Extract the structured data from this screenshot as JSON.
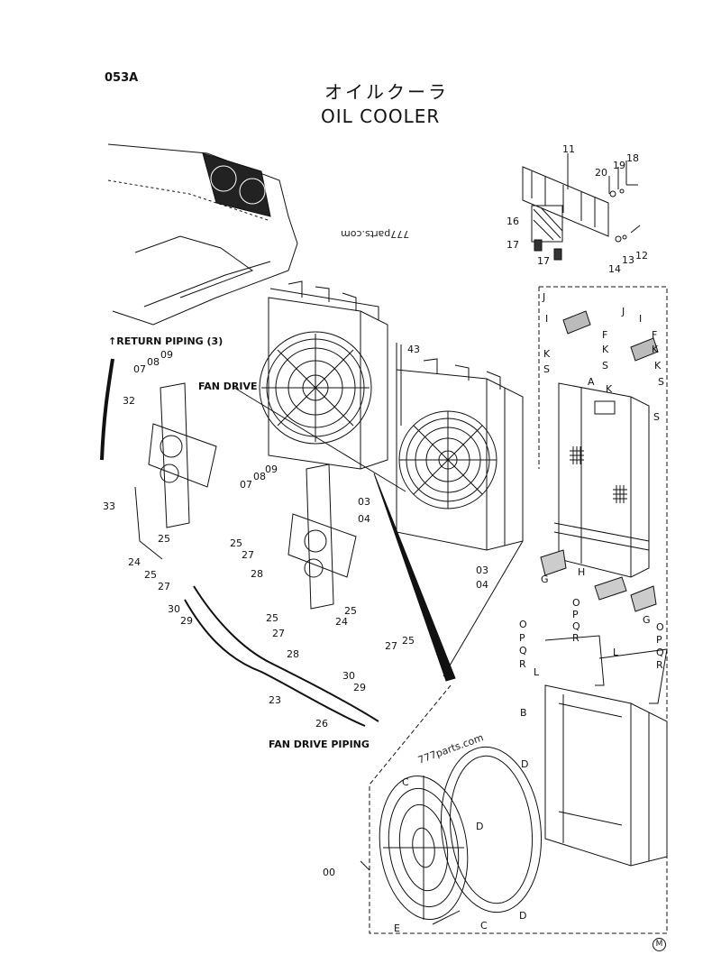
{
  "header": {
    "page_code": "053A",
    "title_japanese": "オイルクーラ",
    "title_english": "OIL COOLER"
  },
  "notes": {
    "return_piping": "RETURN PIPING (3)",
    "fan_drive": "FAN DRIVE",
    "fan_drive_piping": "FAN DRIVE PIPING"
  },
  "watermarks": {
    "upper": "777parts.com",
    "lower": "777parts.com"
  },
  "mark": "M",
  "callouts": {
    "n11": "11",
    "n18": "18",
    "n19": "19",
    "n20": "20",
    "n16": "16",
    "n17a": "17",
    "n17b": "17",
    "n14": "14",
    "n13": "13",
    "n12": "12",
    "n43": "43",
    "n09a": "09",
    "n08a": "08",
    "n07a": "07",
    "n32": "32",
    "n33": "33",
    "n09b": "09",
    "n08b": "08",
    "n07b": "07",
    "n03a": "03",
    "n04a": "04",
    "n03b": "03",
    "n04b": "04",
    "n25a": "25",
    "n25b": "25",
    "n24a": "24",
    "n27a": "27",
    "n28a": "28",
    "n25c": "25",
    "n27b": "27",
    "n30a": "30",
    "n29a": "29",
    "n25d": "25",
    "n24b": "24",
    "n27c": "27",
    "n28b": "28",
    "n25e": "25",
    "n27d": "27",
    "n30b": "30",
    "n29b": "29",
    "n23": "23",
    "n26": "26",
    "n00": "00",
    "lJ1": "J",
    "lI1": "I",
    "lF1": "F",
    "lK1": "K",
    "lS1": "S",
    "lK2": "K",
    "lS2": "S",
    "lA": "A",
    "lJ2": "J",
    "lI2": "I",
    "lF2": "F",
    "lK3": "K",
    "lK4": "K",
    "lS3": "S",
    "lK5": "K",
    "lS4": "S",
    "lG1": "G",
    "lH": "H",
    "lG2": "G",
    "lO1": "O",
    "lP1": "P",
    "lQ1": "Q",
    "lR1": "R",
    "lO2": "O",
    "lP2": "P",
    "lQ2": "Q",
    "lR2": "R",
    "lL1": "L",
    "lL2": "L",
    "lB": "B",
    "lC1": "C",
    "lD1": "D",
    "lD2": "D",
    "lD3": "D",
    "lE": "E",
    "lC2": "C"
  }
}
